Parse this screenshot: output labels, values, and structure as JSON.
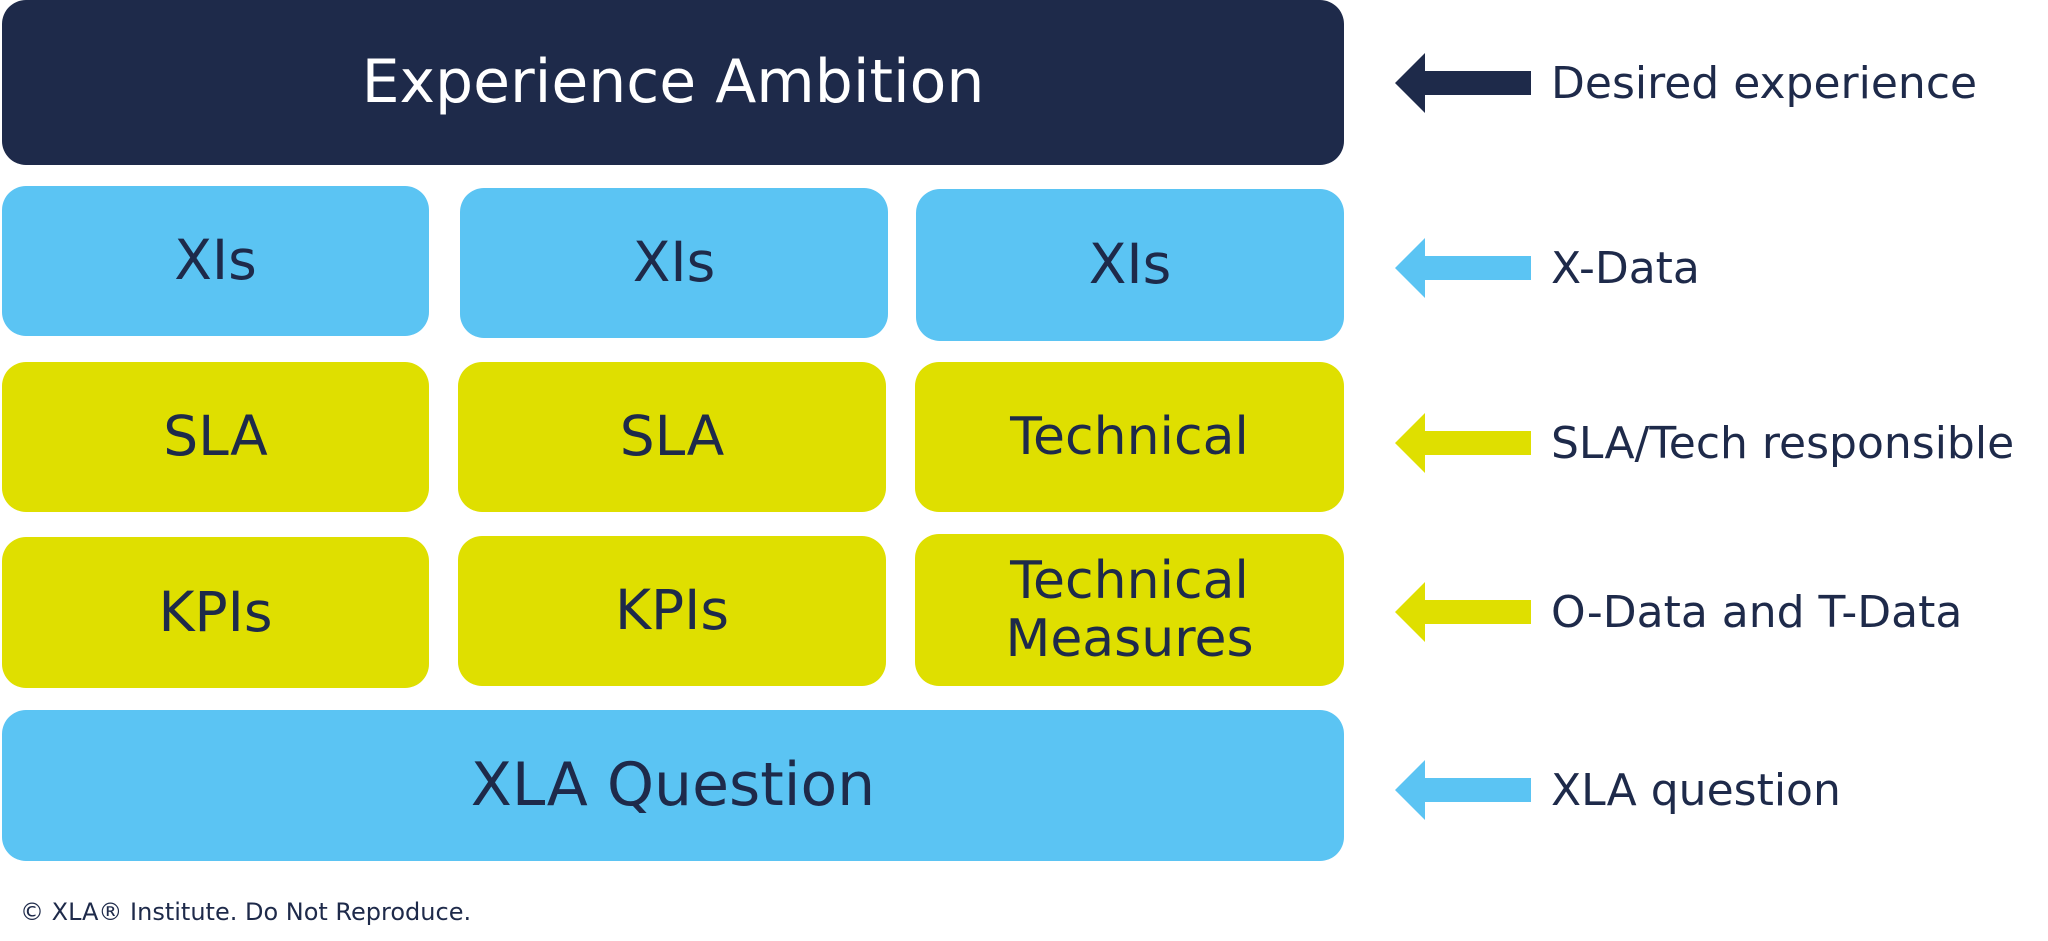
{
  "colors": {
    "navy": "#1e2a4a",
    "light_blue": "#5bc4f3",
    "yellow": "#dfdf00",
    "white": "#ffffff"
  },
  "diagram": {
    "top": {
      "label": "Experience Ambition"
    },
    "xi_row": [
      "XIs",
      "XIs",
      "XIs"
    ],
    "sla_row": [
      "SLA",
      "SLA",
      "Technical"
    ],
    "kpi_row": [
      "KPIs",
      "KPIs",
      "Technical\nMeasures"
    ],
    "bottom": {
      "label": "XLA Question"
    }
  },
  "legend": [
    {
      "label": "Desired experience",
      "color": "#1e2a4a",
      "icon": "arrow-left-icon"
    },
    {
      "label": "X-Data",
      "color": "#5bc4f3",
      "icon": "arrow-left-icon"
    },
    {
      "label": "SLA/Tech responsible",
      "color": "#dfdf00",
      "icon": "arrow-left-icon"
    },
    {
      "label": "O-Data and T-Data",
      "color": "#dfdf00",
      "icon": "arrow-left-icon"
    },
    {
      "label": "XLA question",
      "color": "#5bc4f3",
      "icon": "arrow-left-icon"
    }
  ],
  "footer": {
    "text": "© XLA® Institute. Do Not Reproduce."
  }
}
